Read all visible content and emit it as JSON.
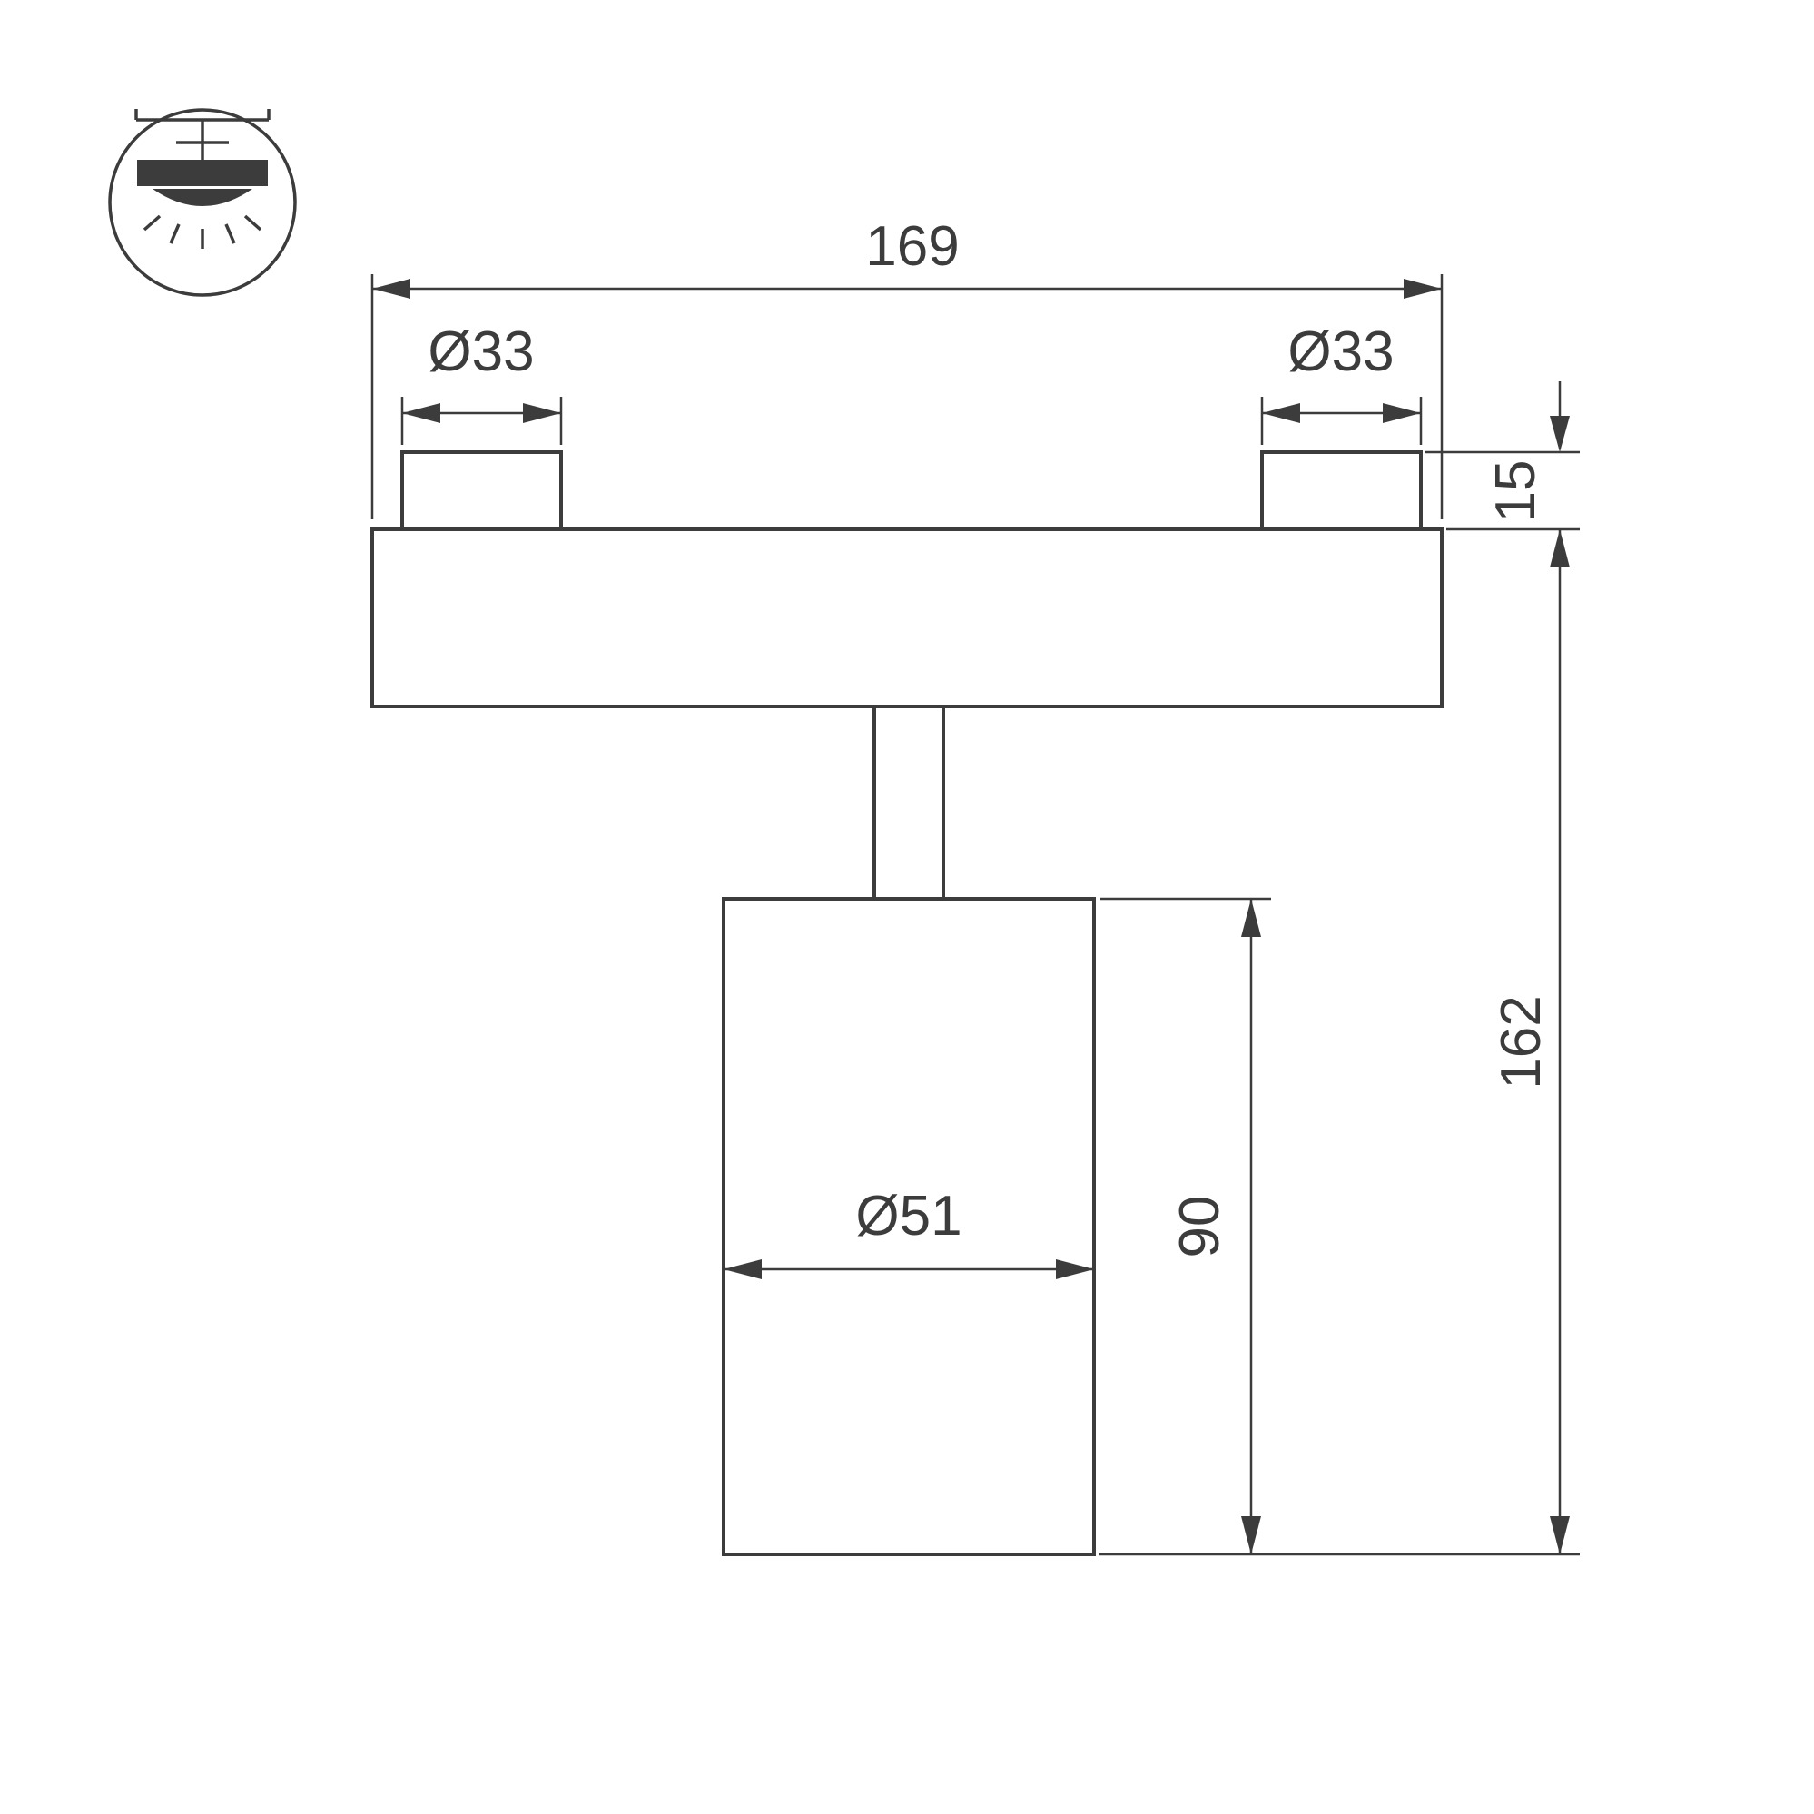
{
  "title": "Ceiling track spotlight — dimension drawing",
  "colors": {
    "line": "#3c3c3c",
    "background": "#ffffff"
  },
  "icon": {
    "name": "ceiling-track-spotlight-icon"
  },
  "dims": {
    "overall_width": {
      "label": "169",
      "value": 169
    },
    "left_boss_diameter": {
      "label": "Ø33",
      "value": 33
    },
    "right_boss_diameter": {
      "label": "Ø33",
      "value": 33
    },
    "boss_height": {
      "label": "15",
      "value": 15
    },
    "overall_height": {
      "label": "162",
      "value": 162
    },
    "body_height": {
      "label": "90",
      "value": 90
    },
    "body_diameter": {
      "label": "Ø51",
      "value": 51
    }
  }
}
